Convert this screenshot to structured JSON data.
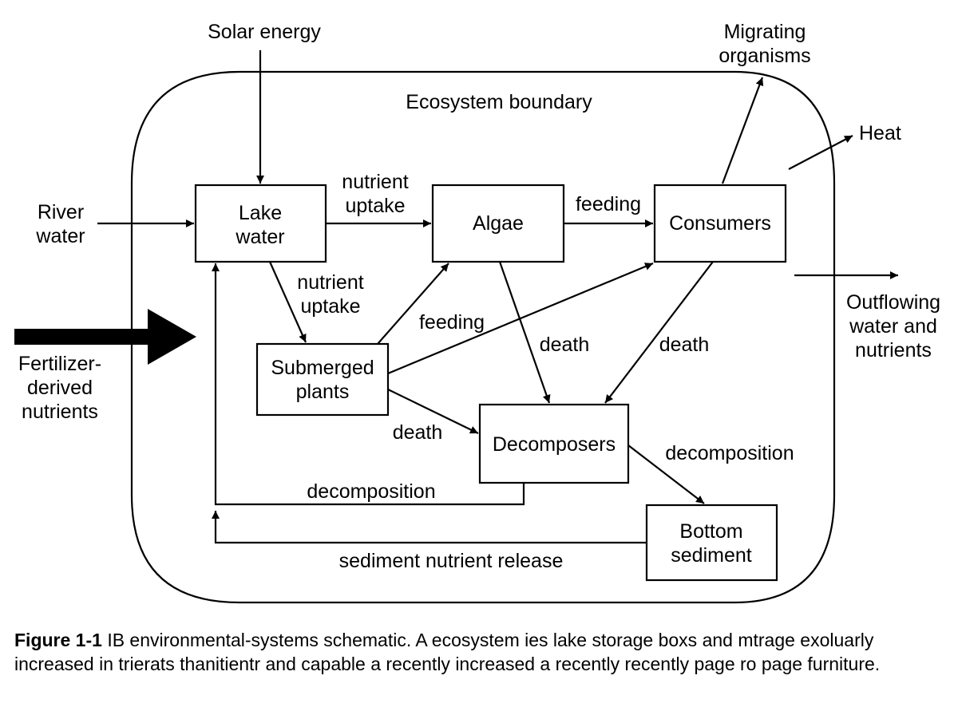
{
  "diagram": {
    "boundary_label": "Ecosystem boundary",
    "boxes": {
      "lake_water": [
        "Lake",
        "water"
      ],
      "algae": [
        "Algae"
      ],
      "consumers": [
        "Consumers"
      ],
      "submerged_plants": [
        "Submerged",
        "plants"
      ],
      "decomposers": [
        "Decomposers"
      ],
      "bottom_sediment": [
        "Bottom",
        "sediment"
      ]
    },
    "inputs": {
      "solar_energy": [
        "Solar energy"
      ],
      "river_water": [
        "River",
        "water"
      ],
      "fertilizer": [
        "Fertilizer-",
        "derived",
        "nutrients"
      ]
    },
    "outputs": {
      "migrating": [
        "Migrating",
        "organisms"
      ],
      "heat": [
        "Heat"
      ],
      "outflow": [
        "Outflowing",
        "water and",
        "nutrients"
      ]
    },
    "flows": {
      "lake_to_algae": [
        "nutrient",
        "uptake"
      ],
      "algae_to_consumers": [
        "feeding"
      ],
      "lake_to_plants": [
        "nutrient",
        "uptake"
      ],
      "plants_feeding": [
        "feeding"
      ],
      "algae_death": [
        "death"
      ],
      "consumers_death": [
        "death"
      ],
      "plants_death": [
        "death"
      ],
      "decomp_to_sediment": [
        "decomposition"
      ],
      "decomp_to_lake": [
        "decomposition"
      ],
      "sediment_release": [
        "sediment nutrient release"
      ]
    }
  },
  "caption": {
    "label": "Figure 1-1",
    "text": "IB environmental-systems schematic. A ecosystem ies lake storage boxs and mtrage exoluarly increased in trierats thanitientr and capable a recently increased a recently recently page ro page furniture."
  }
}
